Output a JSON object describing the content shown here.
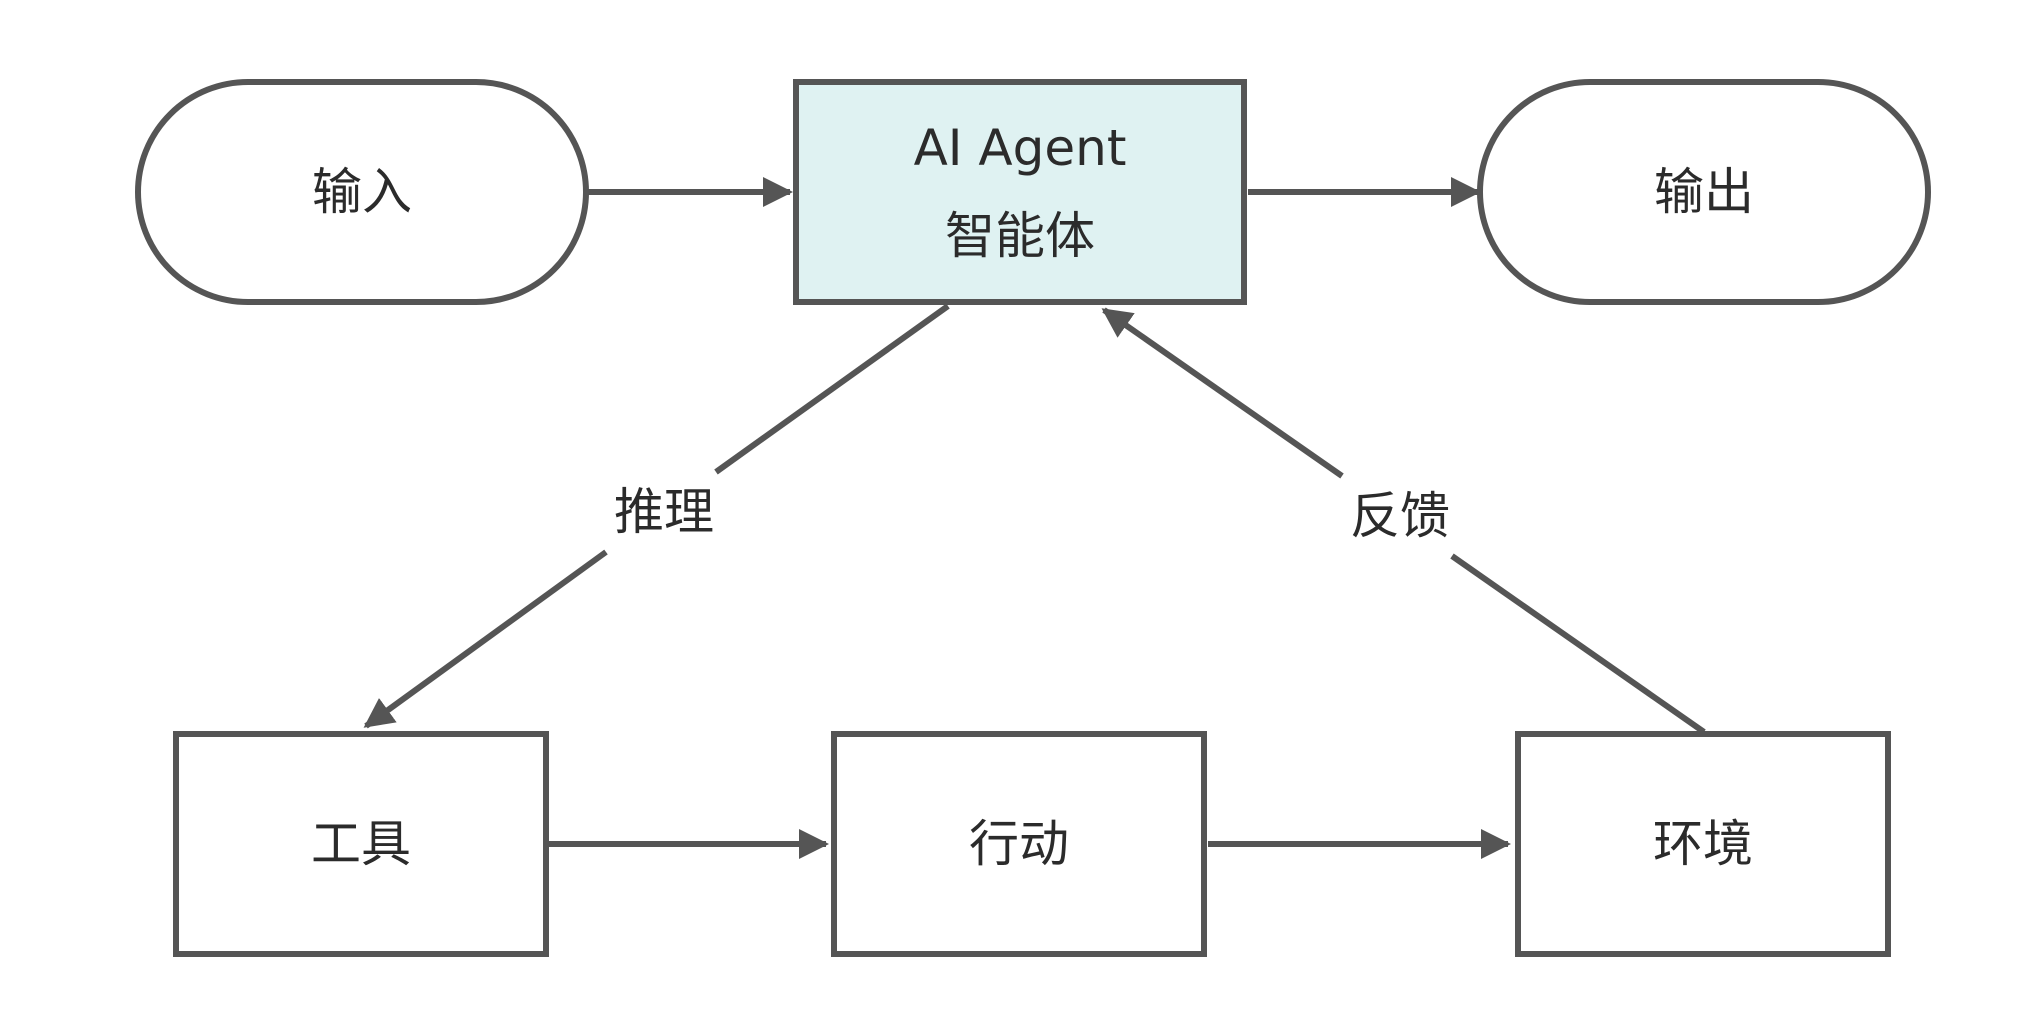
{
  "nodes": {
    "input": {
      "label": "输入"
    },
    "agent": {
      "label_line1": "AI Agent",
      "label_line2": "智能体",
      "fill": "#dff2f2"
    },
    "output": {
      "label": "输出"
    },
    "tools": {
      "label": "工具"
    },
    "action": {
      "label": "行动"
    },
    "environment": {
      "label": "环境"
    }
  },
  "edges": {
    "reasoning": {
      "label": "推理"
    },
    "feedback": {
      "label": "反馈"
    }
  },
  "colors": {
    "stroke": "#555555",
    "text": "#2b2b2b",
    "agent_fill": "#dff2f2",
    "background": "#ffffff"
  }
}
